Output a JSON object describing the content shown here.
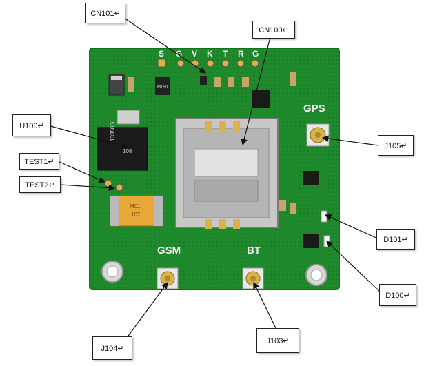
{
  "callouts": {
    "cn101": "CN101↵",
    "cn100": "CN100↵",
    "u100": "U100↵",
    "test1": "TEST1↵",
    "test2": "TEST2↵",
    "j105": "J105↵",
    "d101": "D101↵",
    "d100": "D100↵",
    "j104": "J104↵",
    "j103": "J103↵"
  },
  "silkscreen": {
    "gsm": "GSM",
    "bt": "BT",
    "gps": "GPS",
    "pin_s": "S",
    "pin_g1": "G",
    "pin_v": "V",
    "pin_k": "K",
    "pin_t": "T",
    "pin_r": "R",
    "pin_g2": "G",
    "ic_marking_1": "13358G",
    "ic_marking_2": "108",
    "cap_marking_1": "M01",
    "cap_marking_2": "107"
  },
  "colors": {
    "pcb": "#1f8a2c",
    "pcb_dark": "#147020",
    "silk": "#f2f2f2",
    "gold": "#d9b24a"
  }
}
